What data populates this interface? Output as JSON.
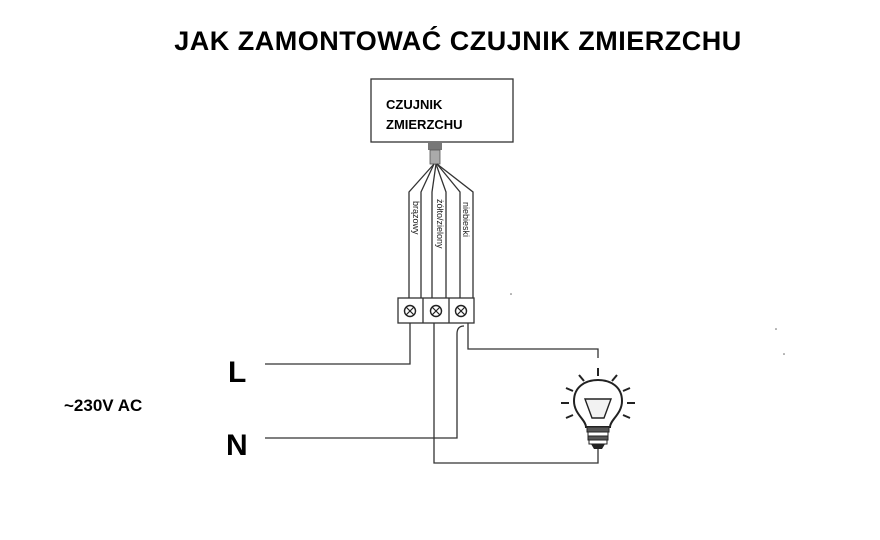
{
  "title": "JAK ZAMONTOWAĆ CZUJNIK ZMIERZCHU",
  "sensor": {
    "line1": "CZUJNIK",
    "line2": "ZMIERZCHU"
  },
  "wires": {
    "brown": "brązowy",
    "yellow_green": "żółto/zielony",
    "blue": "niebieski"
  },
  "supply": {
    "phase": "L",
    "neutral": "N",
    "voltage": "~230V AC"
  },
  "icons": {
    "terminal": "screw-terminal-icon",
    "lamp": "light-bulb-icon"
  }
}
